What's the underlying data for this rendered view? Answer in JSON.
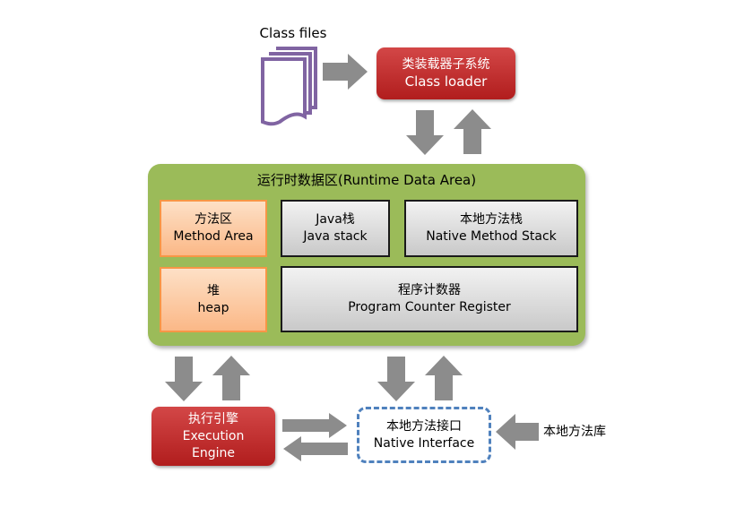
{
  "class_files": {
    "label": "Class files",
    "icon": "document-stack-icon"
  },
  "class_loader": {
    "line1": "类装载器子系统",
    "line2": "Class loader"
  },
  "runtime_data_area": {
    "title": "运行时数据区(Runtime Data Area)",
    "method_area": {
      "line1": "方法区",
      "line2": "Method Area"
    },
    "java_stack": {
      "line1": "Java栈",
      "line2": "Java stack"
    },
    "native_method_stack": {
      "line1": "本地方法栈",
      "line2": "Native Method Stack"
    },
    "heap": {
      "line1": "堆",
      "line2": "heap"
    },
    "program_counter": {
      "line1": "程序计数器",
      "line2": "Program Counter Register"
    }
  },
  "execution_engine": {
    "line1": "执行引擎",
    "line2": "Execution",
    "line3": "Engine"
  },
  "native_interface": {
    "line1": "本地方法接口",
    "line2": "Native Interface"
  },
  "native_library": {
    "label": "本地方法库"
  },
  "colors": {
    "red_box": "#c0302f",
    "runtime_area": "#9bbb59",
    "orange_fill": "#fbc9a0",
    "orange_border": "#f79646",
    "grey_fill": "#dcdcdc",
    "dashed_border": "#4f81bd",
    "arrow": "#8c8c8c",
    "doc_icon": "#8064a2"
  }
}
